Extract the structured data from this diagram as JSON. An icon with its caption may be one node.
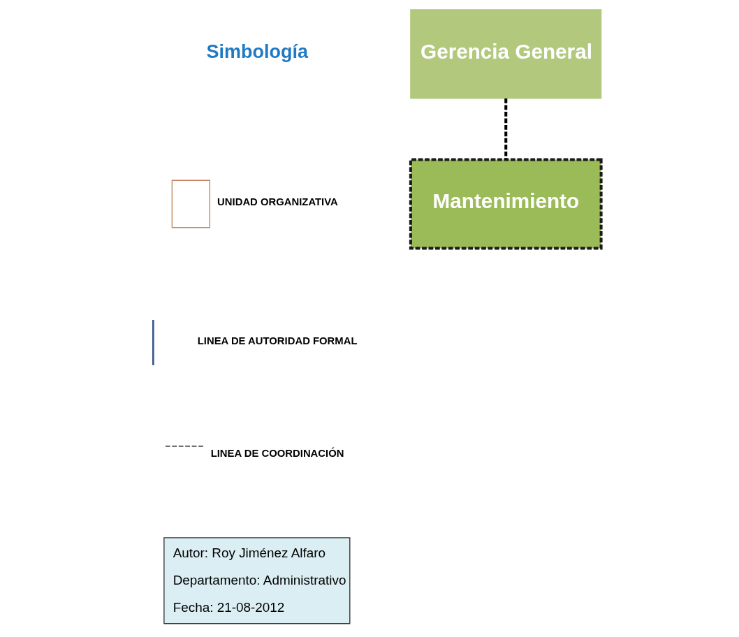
{
  "diagram": {
    "nodes": [
      {
        "text": [
          "Gerencia General"
        ]
      },
      {
        "text": [
          "Mantenimiento"
        ]
      }
    ],
    "edges": [
      {
        "from": 0,
        "to": 1,
        "arrow": "none",
        "style": "dashed"
      }
    ],
    "labels": [
      "Simbología",
      "Autor: Roy Jiménez Alfaro",
      "Departamento: Administrativo",
      "Fecha: 21-08-2012"
    ],
    "legend": [
      {
        "text": "UNIDAD ORGANIZATIVA"
      },
      {
        "text": "LINEA DE AUTORIDAD FORMAL"
      },
      {
        "text": "LINEA DE COORDINACIÓN"
      }
    ]
  }
}
